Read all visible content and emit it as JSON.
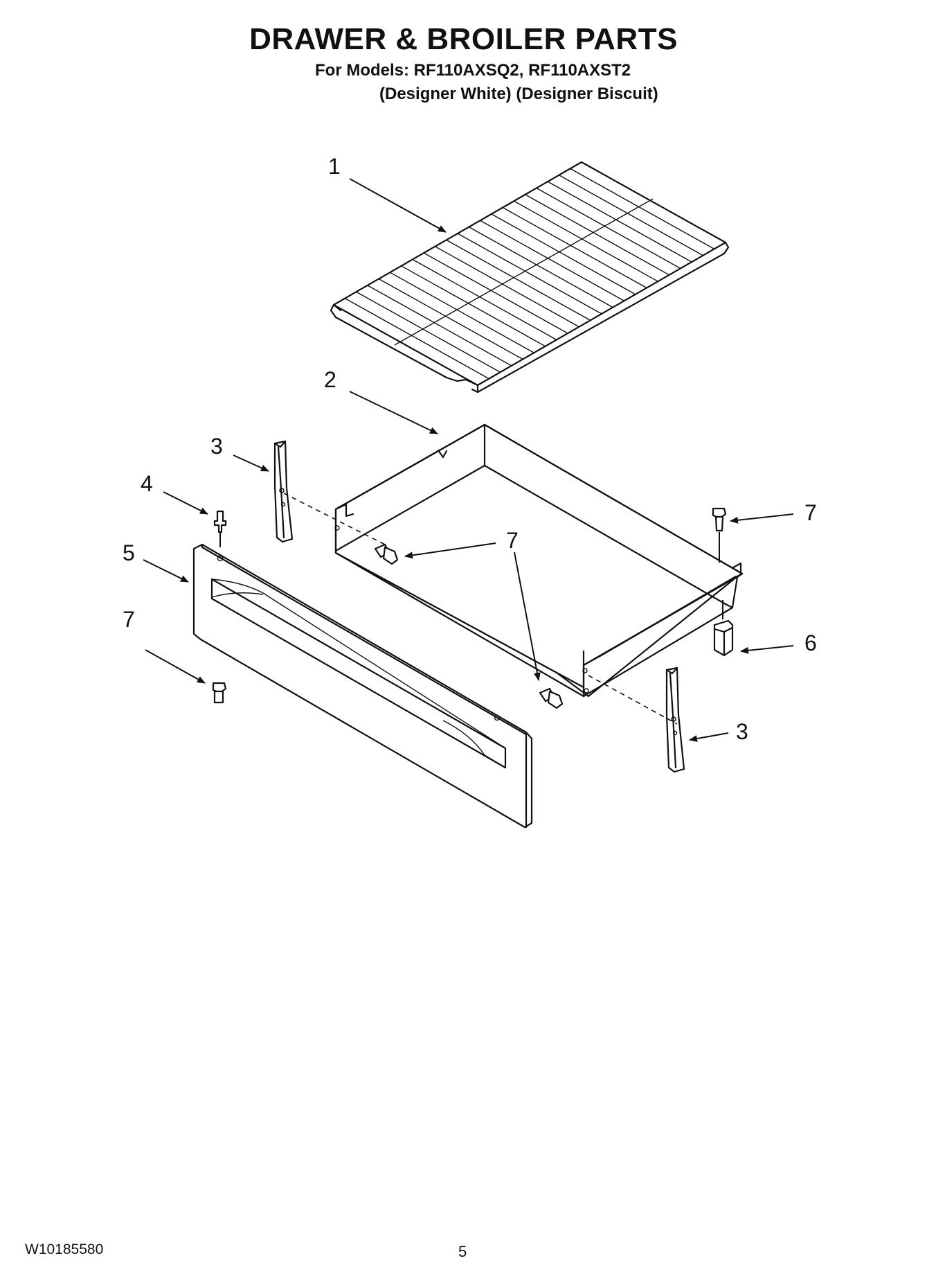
{
  "title": "DRAWER & BROILER PARTS",
  "models_line": "For Models: RF110AXSQ2, RF110AXST2",
  "colors_line": "(Designer White) (Designer Biscuit)",
  "callouts": {
    "c1": "1",
    "c2": "2",
    "c3a": "3",
    "c3b": "3",
    "c4": "4",
    "c5": "5",
    "c6": "6",
    "c7a": "7",
    "c7b": "7",
    "c7c": "7"
  },
  "footer": {
    "doc_number": "W10185580",
    "page_number": "5"
  }
}
